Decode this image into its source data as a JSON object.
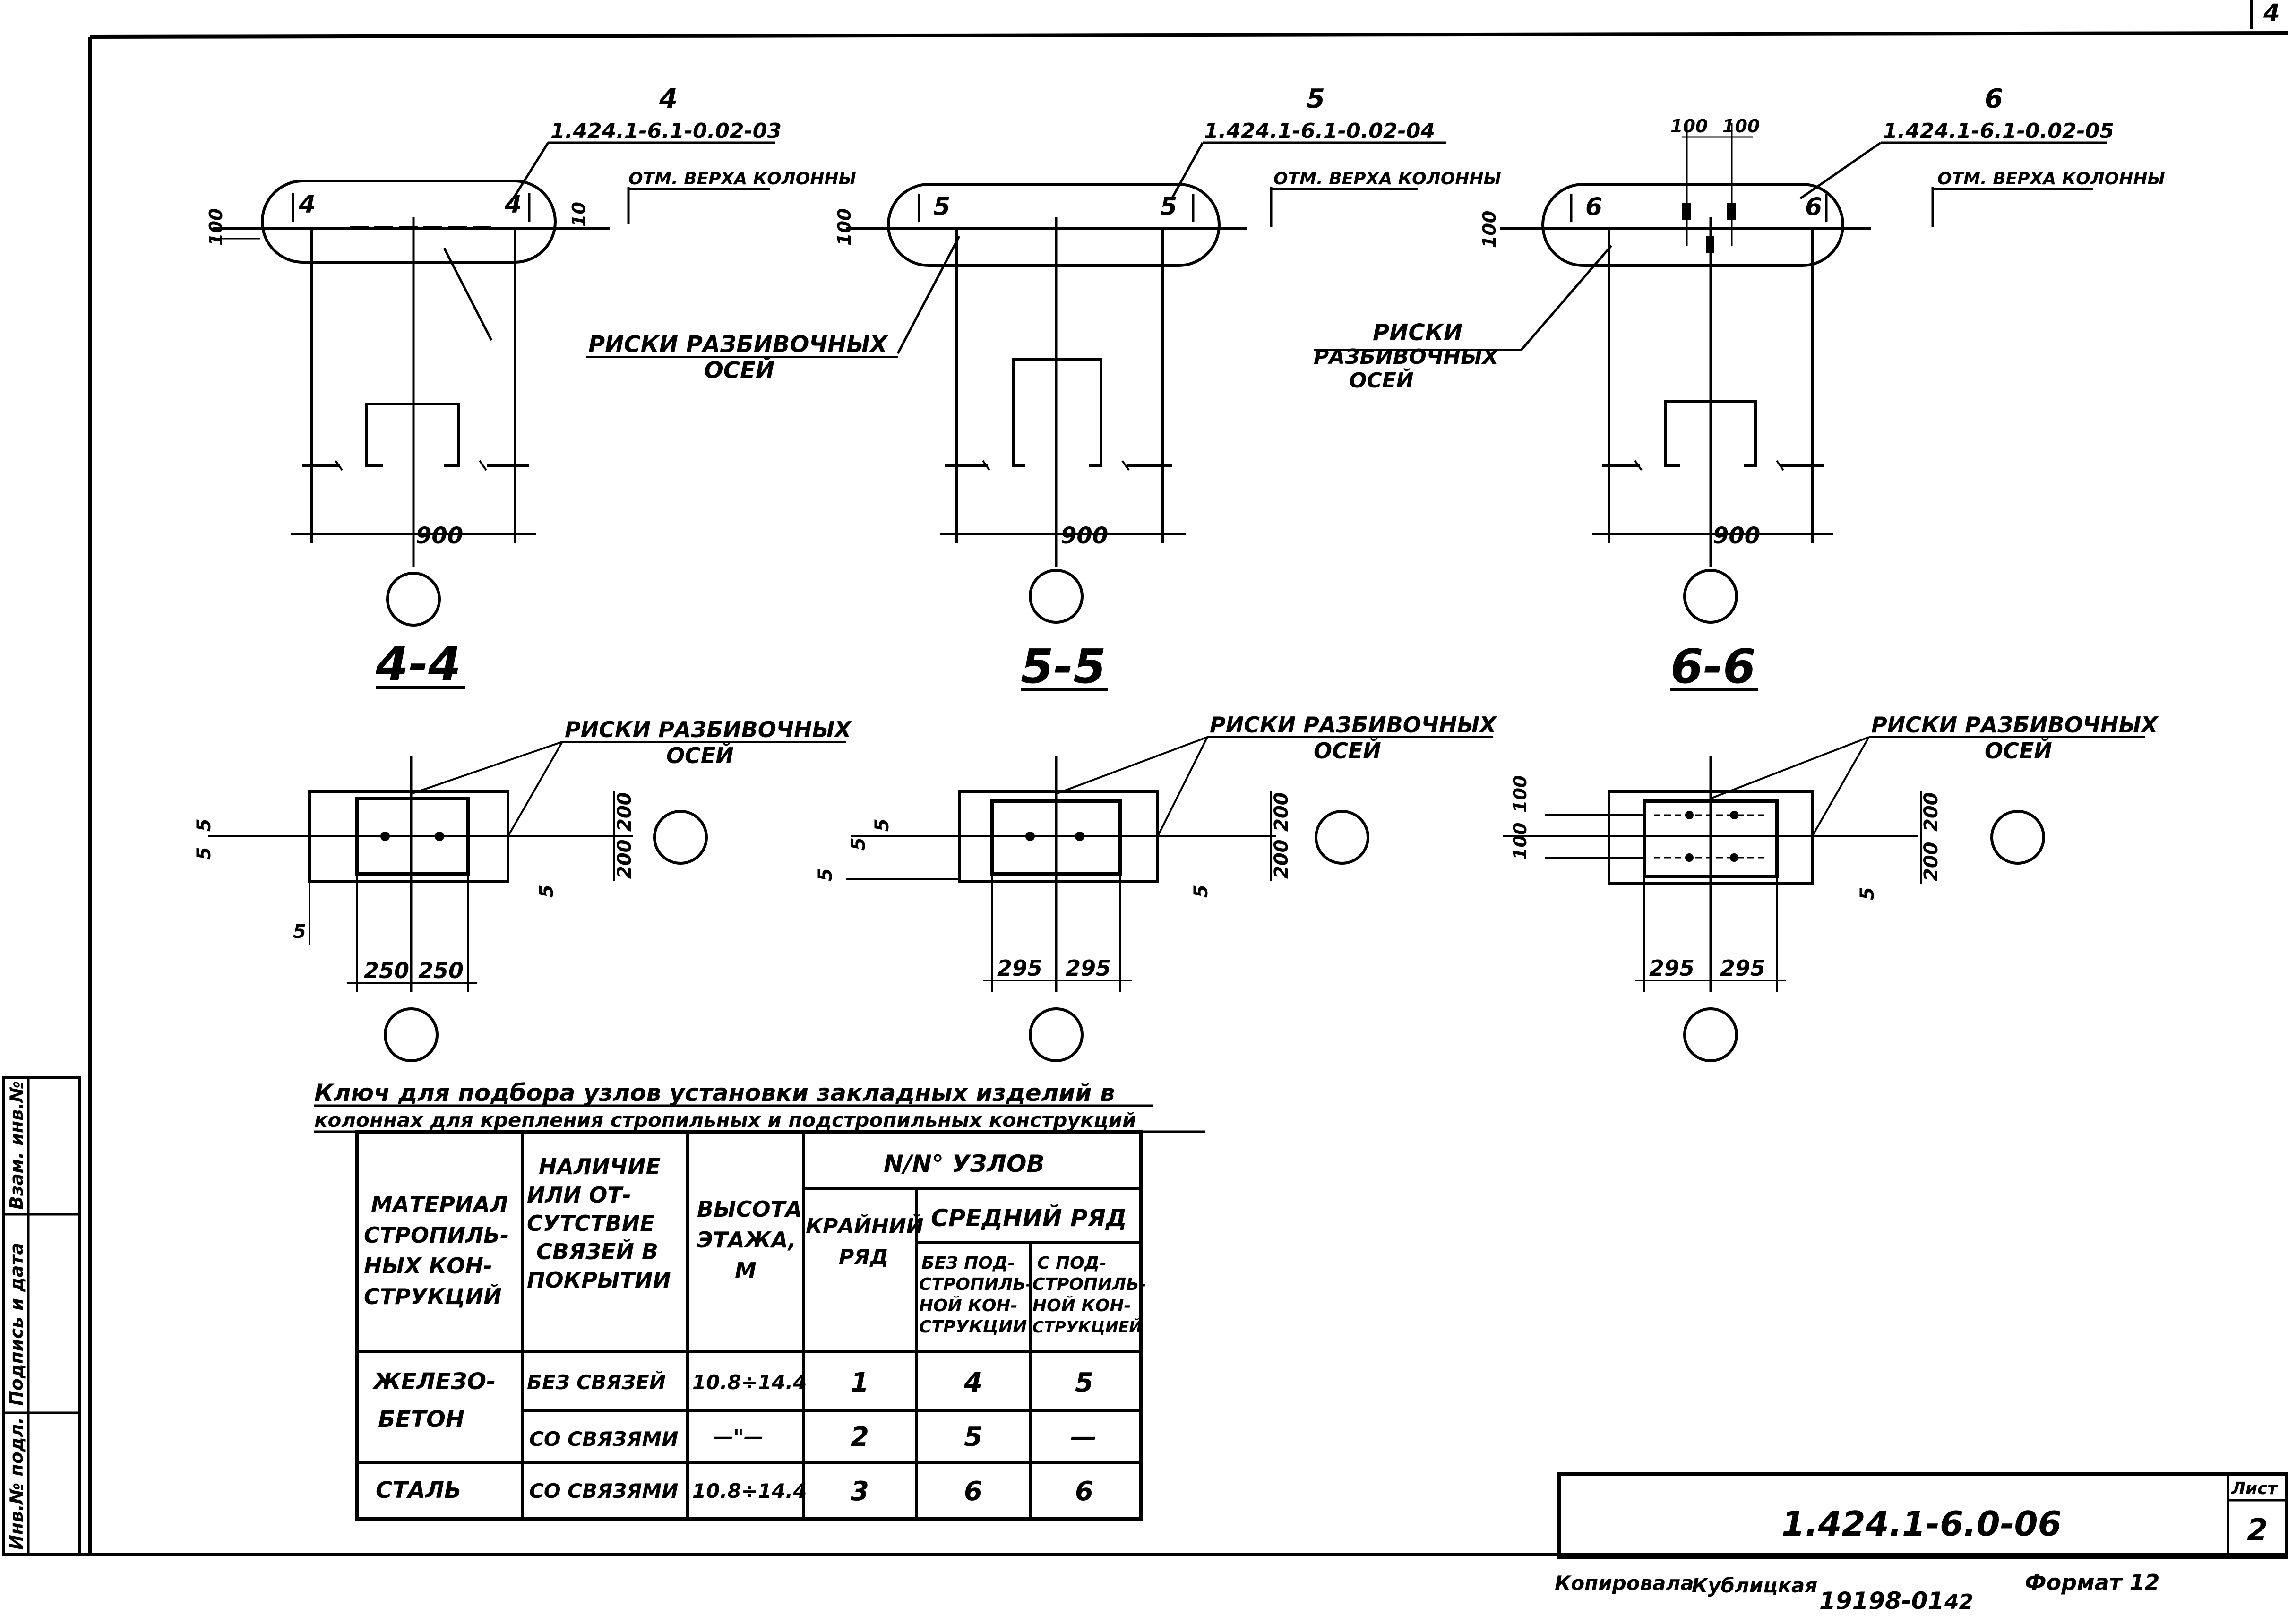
{
  "corner": {
    "number": "4"
  },
  "nodes": [
    {
      "node": "4",
      "code": "1.424.1-6.1-0.02-03",
      "mark": "4",
      "top_note": "ОТМ. ВЕРХА КОЛОННЫ",
      "dim_left": "100",
      "dim_right": "10",
      "width": "900"
    },
    {
      "node": "5",
      "code": "1.424.1-6.1-0.02-04",
      "mark": "5",
      "top_note": "ОТМ. ВЕРХА КОЛОННЫ",
      "dim_left": "100",
      "width": "900"
    },
    {
      "node": "6",
      "code": "1.424.1-6.1-0.02-05",
      "mark": "6",
      "top_note": "ОТМ. ВЕРХА КОЛОННЫ",
      "dim_left": "100",
      "dim_top_a": "100",
      "dim_top_b": "100",
      "width": "900"
    }
  ],
  "callouts": {
    "risk_a": "РИСКИ РАЗБИВОЧНЫХ",
    "risk_b": "ОСЕЙ",
    "risk_c": "РИСКИ",
    "risk_d": "РАЗБИВОЧНЫХ"
  },
  "sections": [
    {
      "title": "4-4",
      "dim_a": "5",
      "dim_b": "5",
      "dim_c": "5",
      "dim_d": "5",
      "h1": "200",
      "h2": "200",
      "w1": "250",
      "w2": "250"
    },
    {
      "title": "5-5",
      "dim_a": "5",
      "dim_b": "5",
      "dim_c": "5",
      "dim_d": "5",
      "h1": "200",
      "h2": "200",
      "w1": "295",
      "w2": "295"
    },
    {
      "title": "6-6",
      "dim_a": "100",
      "dim_b": "100",
      "dim_d": "5",
      "h1": "200",
      "h2": "200",
      "w1": "295",
      "w2": "295"
    }
  ],
  "key": {
    "title_1": "Ключ для подбора узлов установки закладных изделий в",
    "title_2": "колоннах для крепления стропильных и подстропильных конструкций",
    "h_material": [
      "МАТЕРИАЛ",
      "СТРОПИЛЬ-",
      "НЫХ КОН-",
      "СТРУКЦИЙ"
    ],
    "h_presence": [
      "НАЛИЧИЕ",
      "ИЛИ ОТ-",
      "СУТСТВИЕ",
      "СВЯЗЕЙ В",
      "ПОКРЫТИИ"
    ],
    "h_height": [
      "ВЫСОТА",
      "ЭТАЖА,",
      "М"
    ],
    "h_nodes": "N/N° УЗЛОВ",
    "h_edge": [
      "КРАЙНИЙ",
      "РЯД"
    ],
    "h_middle": "СРЕДНИЙ РЯД",
    "h_without": [
      "БЕЗ ПОД-",
      "СТРОПИЛЬ-",
      "НОЙ КОН-",
      "СТРУКЦИИ"
    ],
    "h_with": [
      "С ПОД-",
      "СТРОПИЛЬ-",
      "НОЙ КОН-",
      "СТРУКЦИЕЙ"
    ],
    "r1_material": [
      "ЖЕЛЕЗО-",
      "БЕТОН"
    ],
    "r1_presence": "БЕЗ СВЯЗЕЙ",
    "r1_height": "10.8÷14.4",
    "r1_edge": "1",
    "r1_without": "4",
    "r1_with": "5",
    "r2_presence": "СО СВЯЗЯМИ",
    "r2_height": "—\"—",
    "r2_edge": "2",
    "r2_without": "5",
    "r2_with": "—",
    "r3_material": "СТАЛЬ",
    "r3_presence": "СО СВЯЗЯМИ",
    "r3_height": "10.8÷14.4",
    "r3_edge": "3",
    "r3_without": "6",
    "r3_with": "6"
  },
  "side_stamp": [
    "Инв.№ подл.",
    "Подпись и дата",
    "Взам. инв.№"
  ],
  "title_block": {
    "code": "1.424.1-6.0-06",
    "sheet_label": "Лист",
    "sheet": "2"
  },
  "footer": {
    "copied": "Копировала",
    "name": "Кублицкая",
    "num": "19198-01",
    "page": "42",
    "format": "Формат 12"
  }
}
